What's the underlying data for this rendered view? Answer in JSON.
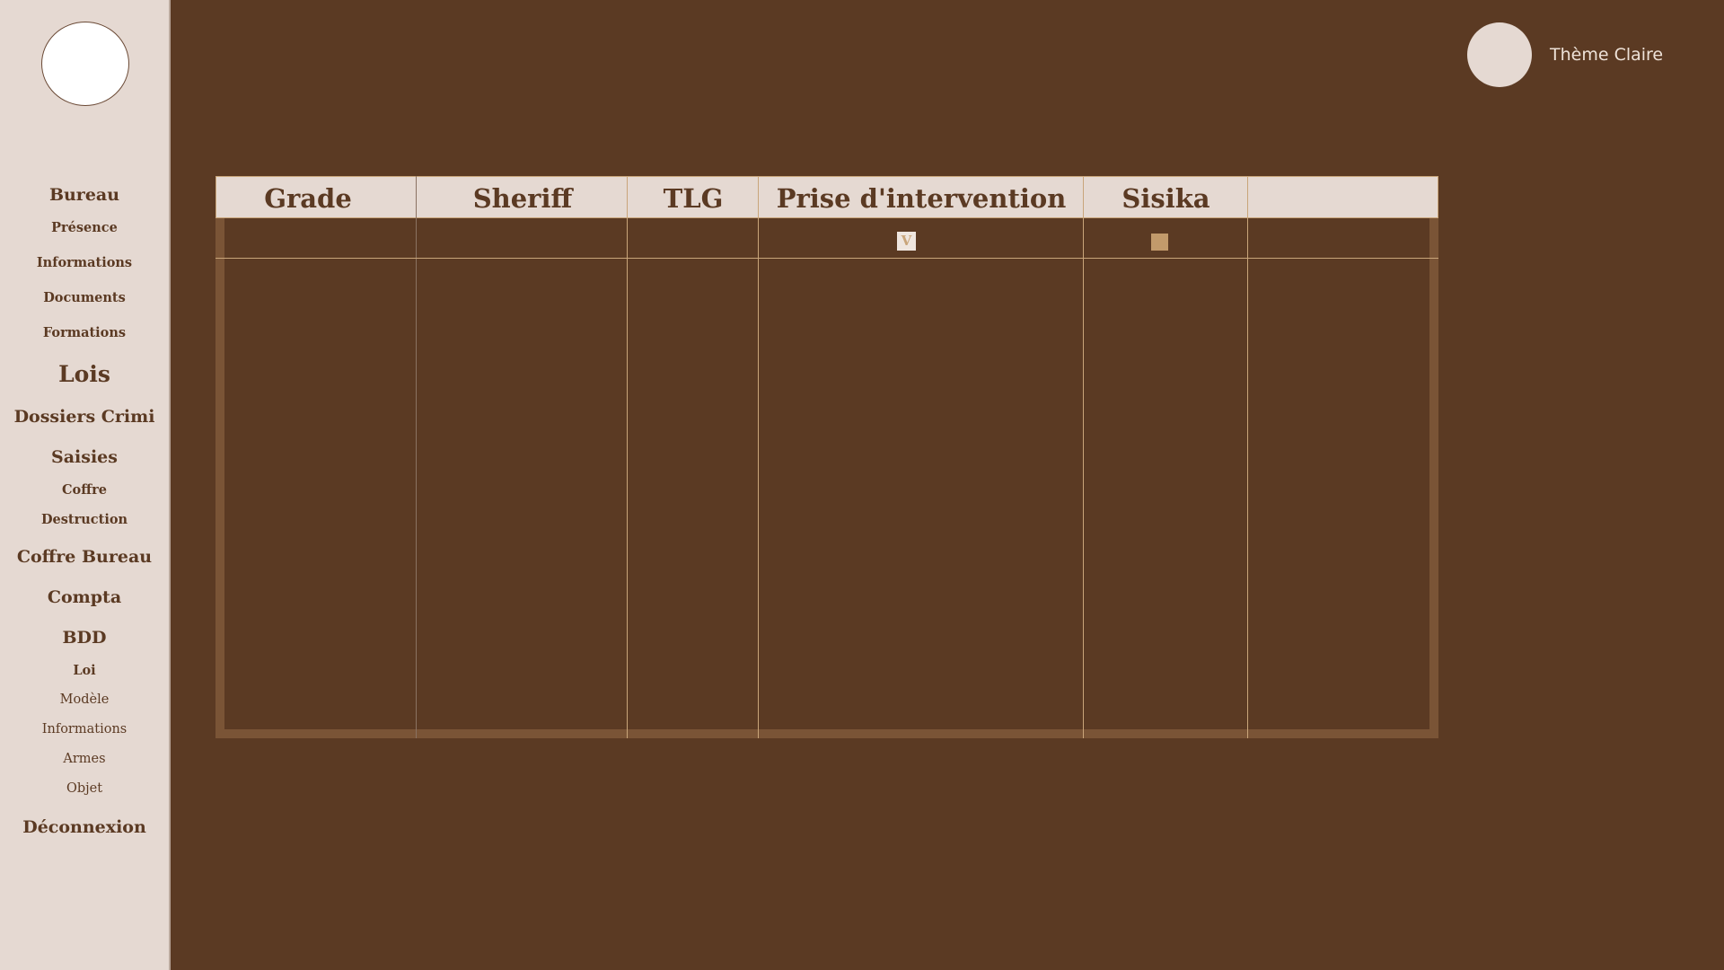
{
  "sidebar": {
    "items": [
      {
        "label": "Bureau"
      },
      {
        "label": "Présence"
      },
      {
        "label": "Informations"
      },
      {
        "label": "Documents"
      },
      {
        "label": "Formations"
      },
      {
        "label": "Lois"
      },
      {
        "label": "Dossiers Crimi"
      },
      {
        "label": "Saisies"
      },
      {
        "label": "Coffre"
      },
      {
        "label": "Destruction"
      },
      {
        "label": "Coffre Bureau"
      },
      {
        "label": "Compta"
      },
      {
        "label": "BDD"
      },
      {
        "label": "Loi"
      },
      {
        "label": "Modèle"
      },
      {
        "label": "Informations"
      },
      {
        "label": "Armes"
      },
      {
        "label": "Objet"
      },
      {
        "label": "Déconnexion"
      }
    ]
  },
  "header": {
    "theme_label": "Thème Claire"
  },
  "table": {
    "columns": [
      "Grade",
      "Sheriff",
      "TLG",
      "Prise d'intervention",
      "Sisika",
      ""
    ],
    "rows": [
      {
        "grade": "",
        "sheriff": "",
        "tlg": "",
        "prise_intervention_check": "V",
        "sisika_checked": false
      }
    ]
  },
  "colors": {
    "background": "#5b3a23",
    "sidebar": "#e5d9d2",
    "accent": "#c9a57a",
    "frame": "#7a5436"
  }
}
